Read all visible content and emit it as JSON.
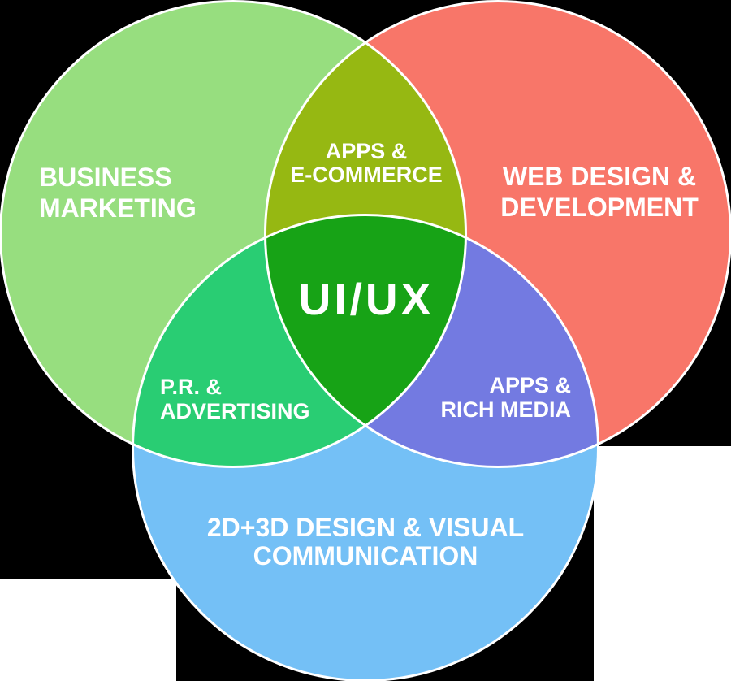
{
  "diagram": {
    "type": "venn",
    "center_label": "UI/UX",
    "circles": [
      {
        "name": "business-marketing",
        "line1": "BUSINESS",
        "line2": "MARKETING"
      },
      {
        "name": "web-design-development",
        "line1": "WEB DESIGN &",
        "line2": "DEVELOPMENT"
      },
      {
        "name": "2d3d-design-visual-communication",
        "line1": "2D+3D DESIGN & VISUAL",
        "line2": "COMMUNICATION"
      }
    ],
    "overlaps": [
      {
        "name": "apps-ecommerce",
        "between": [
          "business-marketing",
          "web-design-development"
        ],
        "line1": "APPS &",
        "line2": "E-COMMERCE"
      },
      {
        "name": "pr-advertising",
        "between": [
          "business-marketing",
          "2d3d-design-visual-communication"
        ],
        "line1": "P.R. &",
        "line2": "ADVERTISING"
      },
      {
        "name": "apps-rich-media",
        "between": [
          "web-design-development",
          "2d3d-design-visual-communication"
        ],
        "line1": "APPS &",
        "line2": "RICH MEDIA"
      },
      {
        "name": "ui-ux",
        "between": [
          "business-marketing",
          "web-design-development",
          "2d3d-design-visual-communication"
        ],
        "label": "UI/UX"
      }
    ]
  },
  "labels": {
    "business": {
      "line1": "BUSINESS",
      "line2": "MARKETING"
    },
    "web": {
      "line1": "WEB DESIGN &",
      "line2": "DEVELOPMENT"
    },
    "design": {
      "line1": "2D+3D DESIGN & VISUAL",
      "line2": "COMMUNICATION"
    },
    "ecom": {
      "line1": "APPS &",
      "line2": "E-COMMERCE"
    },
    "pr": {
      "line1": "P.R. &",
      "line2": "ADVERTISING"
    },
    "rich": {
      "line1": "APPS &",
      "line2": "RICH MEDIA"
    },
    "uiux": {
      "label": "UI/UX"
    }
  },
  "colors": {
    "background": "#000000",
    "corner_panel": "#FFFFFF",
    "circle_stroke": "#FFFFFF",
    "label_text": "#FFFFFF",
    "business_green": "#97DE7F",
    "web_red": "#F87669",
    "design_blue": "#74C0F6",
    "ecom_olive": "#96B812",
    "pr_teal": "#29CD73",
    "rich_purple": "#737AE1",
    "uiux_green": "#17A316"
  }
}
